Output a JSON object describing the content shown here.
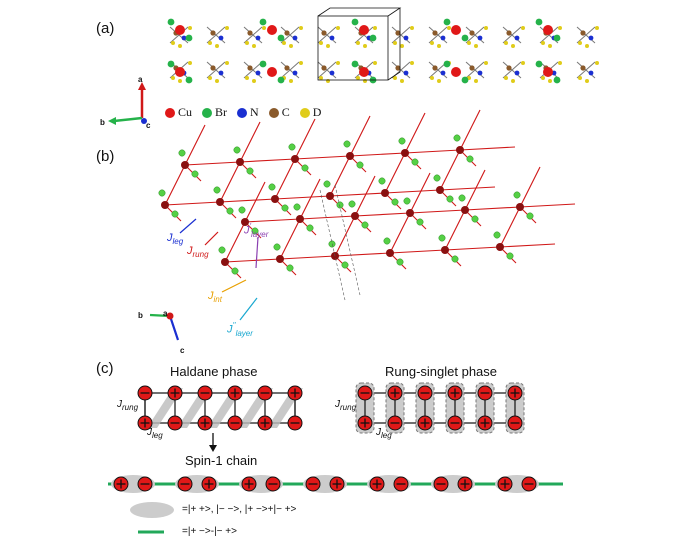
{
  "panels": {
    "a": "(a)",
    "b": "(b)",
    "c": "(c)"
  },
  "legend": [
    {
      "label": "Cu",
      "color": "#e01818"
    },
    {
      "label": "Br",
      "color": "#25b24a"
    },
    {
      "label": "N",
      "color": "#1a2fd1"
    },
    {
      "label": "C",
      "color": "#8a5a2b"
    },
    {
      "label": "D",
      "color": "#e0cc1a"
    }
  ],
  "axes_a": {
    "a": "a",
    "b": "b",
    "c": "c"
  },
  "axes_b": {
    "b": "b",
    "a": "a",
    "c": "c"
  },
  "couplings": {
    "leg": {
      "base": "J",
      "sub": "leg",
      "color": "#1a2fd1"
    },
    "rung": {
      "base": "J",
      "sub": "rung",
      "color": "#d01818"
    },
    "layer1": {
      "base": "J",
      "sup": "'",
      "sub": "layer",
      "color": "#8a3fb0"
    },
    "int": {
      "base": "J",
      "sub": "int",
      "color": "#e8a000"
    },
    "layer2": {
      "base": "J",
      "sup": "''",
      "sub": "layer",
      "color": "#1aa8d0"
    }
  },
  "panel_c": {
    "haldane_title": "Haldane phase",
    "rung_singlet_title": "Rung-singlet phase",
    "chain_title": "Spin-1 chain",
    "jrung": {
      "base": "J",
      "sub": "rung"
    },
    "jleg": {
      "base": "J",
      "sub": "leg"
    },
    "eq1": "=|+ +>, |− −>, |+ −>+|− +>",
    "eq2": "=|+ −>-|− +>"
  }
}
